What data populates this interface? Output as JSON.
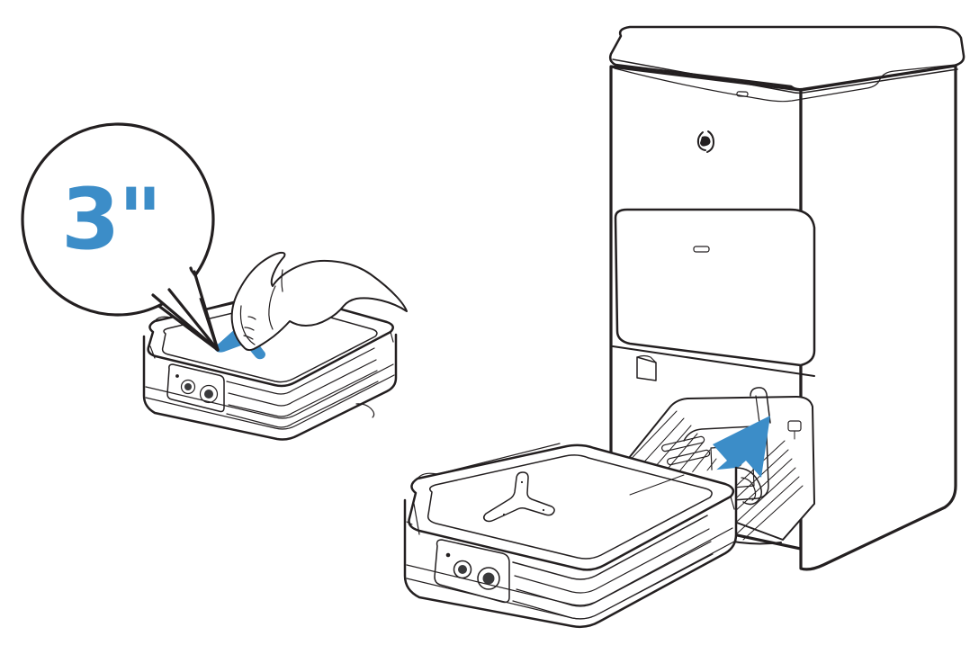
{
  "illustration": {
    "title": "Robot vacuum docking instruction",
    "type": "line-art-technical-diagram",
    "background_color": "#ffffff",
    "line_color": "#231f20",
    "accent_color": "#3c8dc8"
  },
  "callout": {
    "label": "3\"",
    "value": "3",
    "unit": "\"",
    "unit_name": "inches",
    "text_color": "#3c8dc8",
    "bubble_fill": "#ffffff",
    "bubble_stroke": "#231f20",
    "shape": "speech-bubble-circle-with-tail",
    "points_to": "blue-y-marker-on-robot-lid"
  },
  "objects": {
    "dock": {
      "name": "charging-dock-station",
      "parts": {
        "lid": "dock-lid",
        "lid_slot": "lid-vent-slot",
        "power_icon": "power-icon",
        "front_panel": "dock-front-panel",
        "panel_slot": "panel-vent-slot",
        "bay": "docking-bay",
        "ramp": "ribbed-docking-ramp",
        "contacts": "charging-contacts",
        "side_panel": "dock-right-side-panel"
      }
    },
    "robot_top": {
      "name": "robot-vacuum-top-view-partial",
      "parts": {
        "lid": "robot-lid",
        "sensor_panel": "front-sensor-panel",
        "sensors": [
          "sensor-lens-large",
          "sensor-lens-small",
          "indicator-dot"
        ],
        "bumper": "front-bumper-grooves",
        "marker": "blue-y-marker",
        "marker_color": "#3c8dc8"
      }
    },
    "robot_docking": {
      "name": "robot-vacuum-docking",
      "parts": {
        "lid": "robot-lid",
        "y_marker_outline": "y-marker-outline",
        "sensor_panel": "front-sensor-panel",
        "sensors": [
          "sensor-lens-large",
          "sensor-lens-small",
          "indicator-dot"
        ],
        "bumper": "front-bumper-grooves",
        "side_wheel": "side-wheel"
      }
    },
    "hand": {
      "name": "hand-pressing-marker",
      "gesture": "index-finger-press",
      "target": "blue-y-marker"
    },
    "arrow": {
      "name": "docking-direction-arrow",
      "color": "#3c8dc8",
      "direction": "up-right",
      "meaning": "push robot into dock"
    }
  }
}
